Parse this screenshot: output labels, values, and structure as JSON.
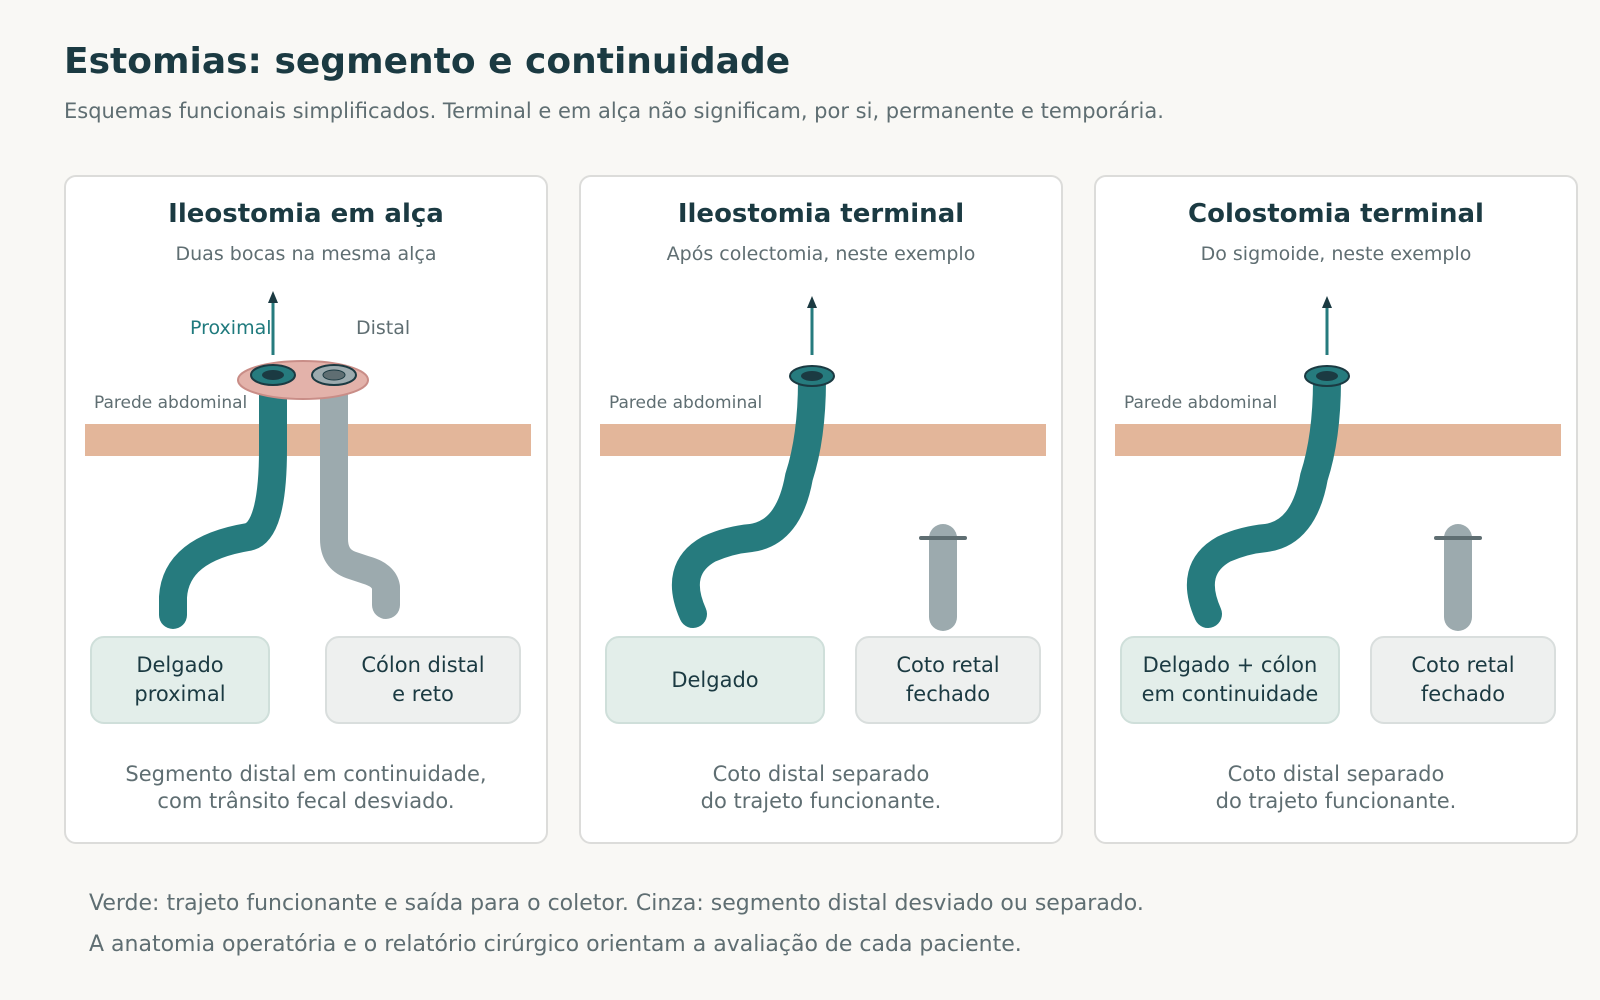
{
  "header": {
    "title": "Estomias: segmento e continuidade",
    "subtitle": "Esquemas funcionais simplificados. Terminal e em alça não significam, por si, permanente e temporária."
  },
  "panels": [
    {
      "title": "Ileostomia em alça",
      "subtitle": "Duas bocas na mesma alça",
      "wall_label": "Parede abdominal",
      "proximal_label": "Proximal",
      "distal_label": "Distal",
      "box_left": "Delgado\nproximal",
      "box_right": "Cólon distal\ne reto",
      "note": "Segmento distal em continuidade,\ncom trânsito fecal desviado."
    },
    {
      "title": "Ileostomia terminal",
      "subtitle": "Após colectomia, neste exemplo",
      "wall_label": "Parede abdominal",
      "box_left": "Delgado",
      "box_right": "Coto retal\nfechado",
      "note": "Coto distal separado\ndo trajeto funcionante."
    },
    {
      "title": "Colostomia terminal",
      "subtitle": "Do sigmoide, neste exemplo",
      "wall_label": "Parede abdominal",
      "box_left": "Delgado + cólon\nem continuidade",
      "box_right": "Coto retal\nfechado",
      "note": "Coto distal separado\ndo trajeto funcionante."
    }
  ],
  "footer": {
    "line1": "Verde: trajeto funcionante e saída para o coletor. Cinza: segmento distal desviado ou separado.",
    "line2": "A anatomia operatória e o relatório cirúrgico orientam a avaliação de cada paciente."
  },
  "colors": {
    "functional": "#267b7e",
    "diverted": "#9caaae",
    "wall": "#e3b69a",
    "stoma_skin": "#e3b2aa",
    "text_dark": "#1b3a42",
    "text_muted": "#5f6e72"
  }
}
